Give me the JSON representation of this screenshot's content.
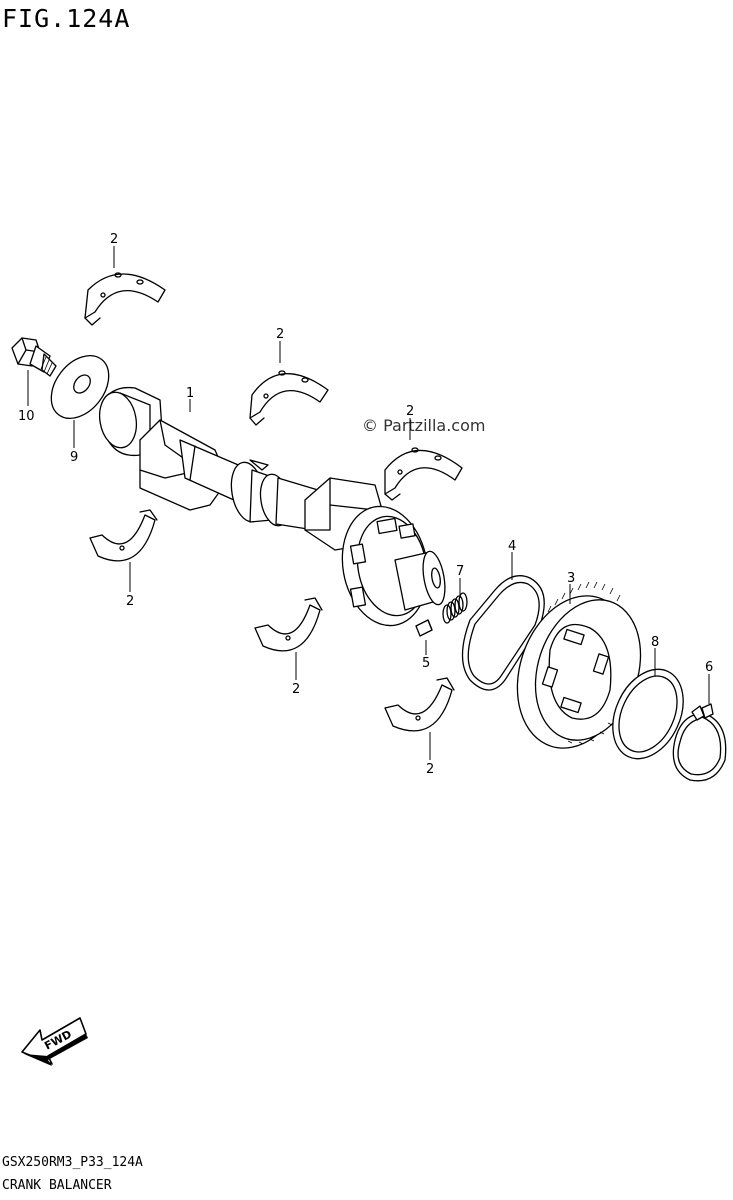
{
  "title": "FIG.124A",
  "watermark": "© Partzilla.com",
  "footer": {
    "code": "GSX250RM3_P33_124A",
    "name": "CRANK BALANCER"
  },
  "fwd_label": "FWD",
  "callouts": {
    "c1": "1",
    "c2a": "2",
    "c2b": "2",
    "c2c": "2",
    "c2d": "2",
    "c2e": "2",
    "c2f": "2",
    "c3": "3",
    "c4": "4",
    "c5": "5",
    "c6": "6",
    "c7": "7",
    "c8": "8",
    "c9": "9",
    "c10": "10"
  }
}
